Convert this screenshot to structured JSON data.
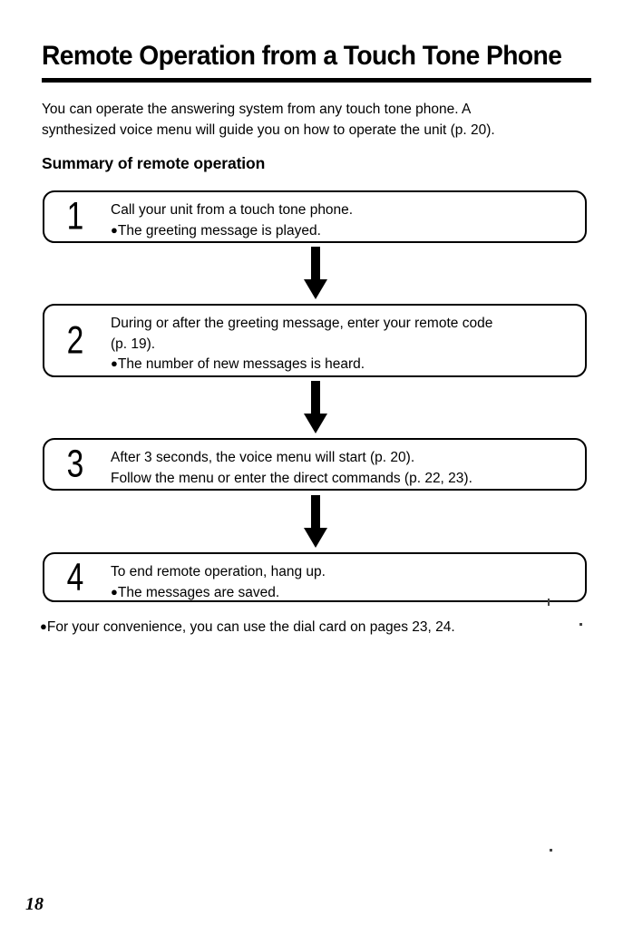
{
  "page": {
    "number": "18",
    "title": "Remote Operation from a Touch Tone Phone",
    "intro": {
      "line1": "You can operate the answering system from any touch tone phone. A",
      "line2": "synthesized voice menu will guide you on how to operate the unit (p. 20)."
    },
    "subheading": "Summary of remote operation",
    "bullet_glyph": "●",
    "steps": [
      {
        "number": "1",
        "lines": [
          {
            "type": "plain",
            "text": "Call your unit from a touch tone phone."
          },
          {
            "type": "bullet",
            "text": "The greeting message is played."
          }
        ]
      },
      {
        "number": "2",
        "lines": [
          {
            "type": "plain",
            "text": "During or after the greeting message, enter your remote code"
          },
          {
            "type": "plain",
            "text": "(p. 19)."
          },
          {
            "type": "bullet",
            "text": "The number of new messages is heard."
          }
        ]
      },
      {
        "number": "3",
        "lines": [
          {
            "type": "plain",
            "text": "After 3 seconds, the voice menu will start (p. 20)."
          },
          {
            "type": "plain",
            "text": "Follow the menu or enter the direct commands (p. 22, 23)."
          }
        ]
      },
      {
        "number": "4",
        "lines": [
          {
            "type": "plain",
            "text": "To end remote operation, hang up."
          },
          {
            "type": "bullet",
            "text": "The messages are saved."
          }
        ]
      }
    ],
    "footer_note": "For your convenience, you can use the dial card on pages 23, 24.",
    "colors": {
      "ink": "#000000",
      "paper": "#ffffff"
    }
  }
}
